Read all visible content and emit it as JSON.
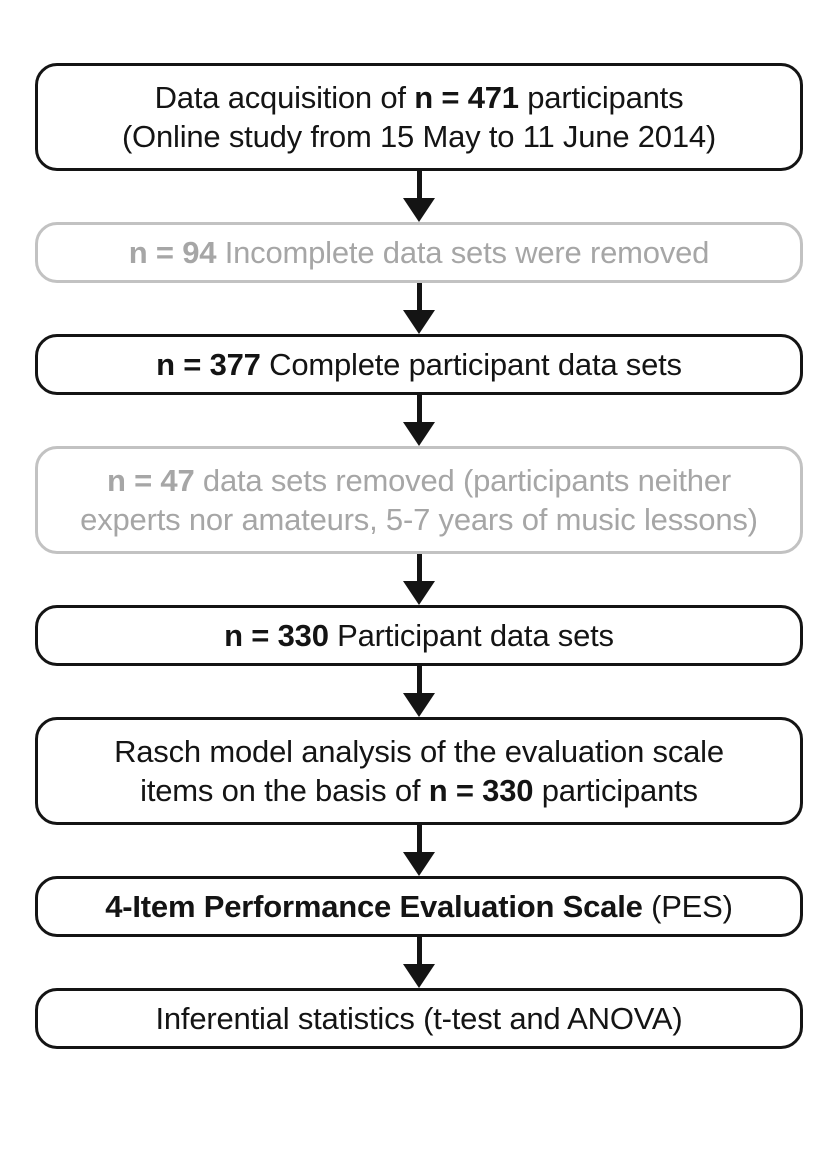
{
  "figure": {
    "type": "flowchart",
    "colors": {
      "ink": "#141414",
      "gray_border": "#c2c2c2",
      "gray_text": "#a6a6a6",
      "background": "#ffffff"
    },
    "boxes": [
      {
        "id": "data-acquisition",
        "variant": "black",
        "lines": [
          [
            {
              "text": "Data acquisition of "
            },
            {
              "text": "n = 471",
              "bold": true
            },
            {
              "text": " participants"
            }
          ],
          [
            {
              "text": "(Online study from 15 May to 11 June 2014)"
            }
          ]
        ]
      },
      {
        "id": "incomplete-data-removed",
        "variant": "gray",
        "lines": [
          [
            {
              "text": "n = 94",
              "bold": true
            },
            {
              "text": " Incomplete data sets were removed"
            }
          ]
        ]
      },
      {
        "id": "complete-data-sets",
        "variant": "black",
        "lines": [
          [
            {
              "text": "n = 377",
              "bold": true
            },
            {
              "text": " Complete participant data sets"
            }
          ]
        ]
      },
      {
        "id": "neither-experts-removed",
        "variant": "gray",
        "lines": [
          [
            {
              "text": "n = 47",
              "bold": true
            },
            {
              "text": " data sets removed (participants neither"
            }
          ],
          [
            {
              "text": "experts nor amateurs, 5-7 years of music lessons)"
            }
          ]
        ]
      },
      {
        "id": "participant-data-sets",
        "variant": "black",
        "lines": [
          [
            {
              "text": "n = 330",
              "bold": true
            },
            {
              "text": " Participant data sets"
            }
          ]
        ]
      },
      {
        "id": "rasch-model-analysis",
        "variant": "black",
        "lines": [
          [
            {
              "text": "Rasch model analysis of the evaluation scale"
            }
          ],
          [
            {
              "text": "items on the basis of "
            },
            {
              "text": "n = 330",
              "bold": true
            },
            {
              "text": " participants"
            }
          ]
        ]
      },
      {
        "id": "pes-scale",
        "variant": "black",
        "lines": [
          [
            {
              "text": "4-Item Performance Evaluation Scale",
              "bold": true
            },
            {
              "text": " (PES)"
            }
          ]
        ]
      },
      {
        "id": "inferential-statistics",
        "variant": "black",
        "lines": [
          [
            {
              "text": "Inferential statistics (t-test and ANOVA)"
            }
          ]
        ]
      }
    ]
  }
}
